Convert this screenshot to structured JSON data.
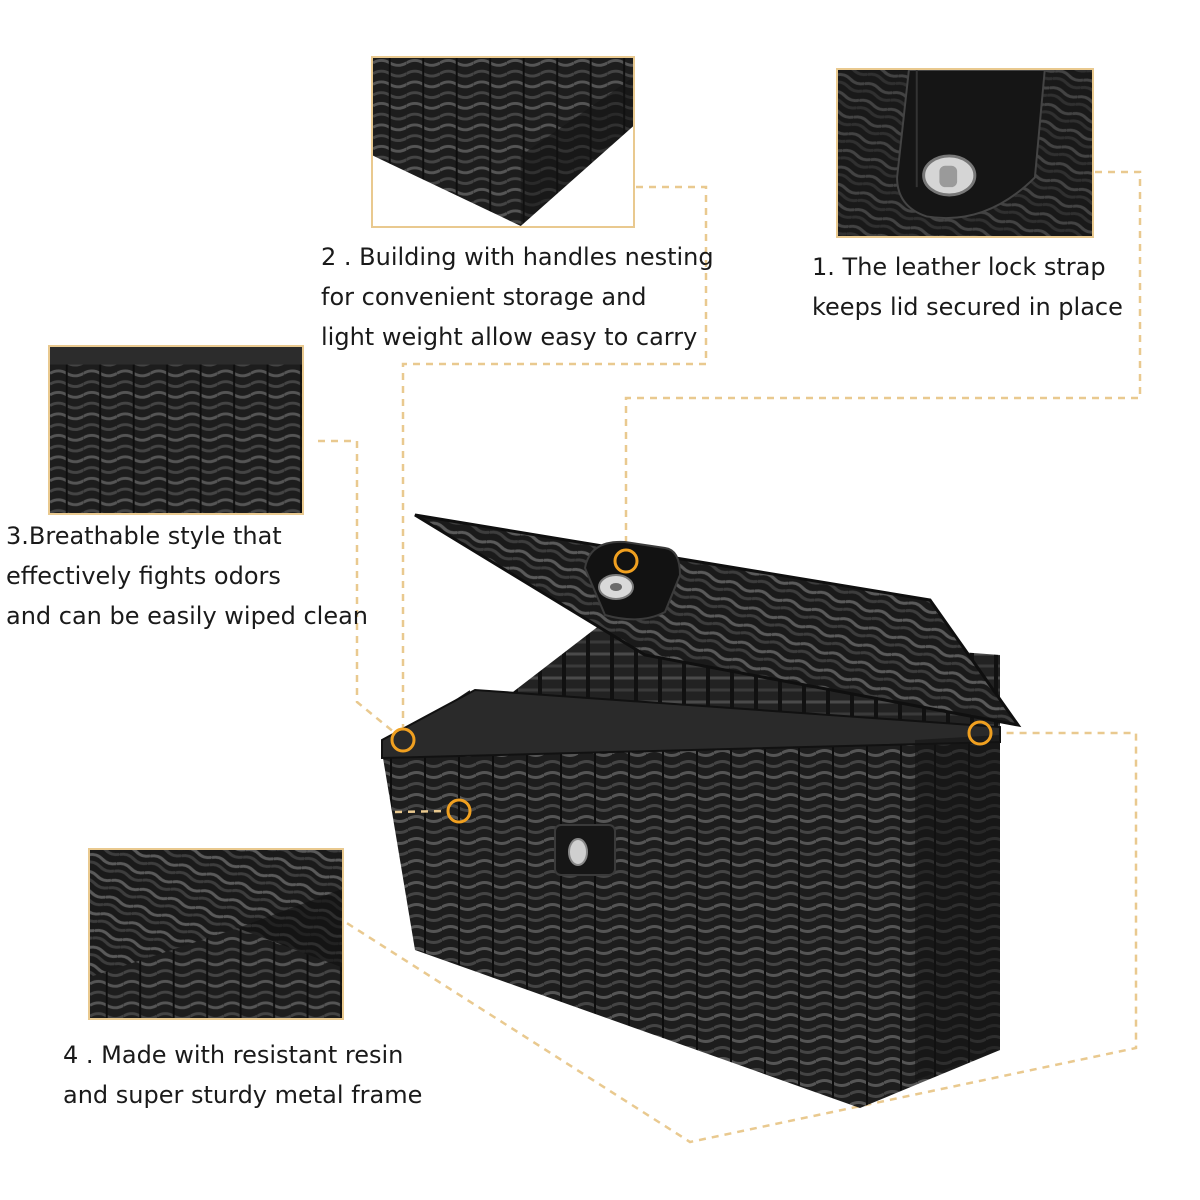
{
  "colors": {
    "accent_line": "#e9c98f",
    "marker_ring": "#f0a020",
    "wicker": "#1c1c1c",
    "text": "#1a1a1a"
  },
  "callouts": [
    {
      "number": "1",
      "lines": [
        "1. The leather lock strap",
        "keeps lid secured in place"
      ]
    },
    {
      "number": "2",
      "lines": [
        "2 . Building with handles nesting",
        "for convenient storage and",
        "light weight allow easy to carry"
      ]
    },
    {
      "number": "3",
      "lines": [
        "3.Breathable style that",
        "effectively fights odors",
        "and can be easily wiped clean"
      ]
    },
    {
      "number": "4",
      "lines": [
        "4 . Made with resistant resin",
        "and super sturdy metal frame"
      ]
    }
  ],
  "detail_photos": [
    {
      "name": "lock-strap-closeup"
    },
    {
      "name": "corner-base-closeup"
    },
    {
      "name": "weave-texture-closeup"
    },
    {
      "name": "frame-corner-closeup"
    }
  ],
  "main_photo": {
    "name": "black-wicker-storage-basket-with-lid"
  }
}
